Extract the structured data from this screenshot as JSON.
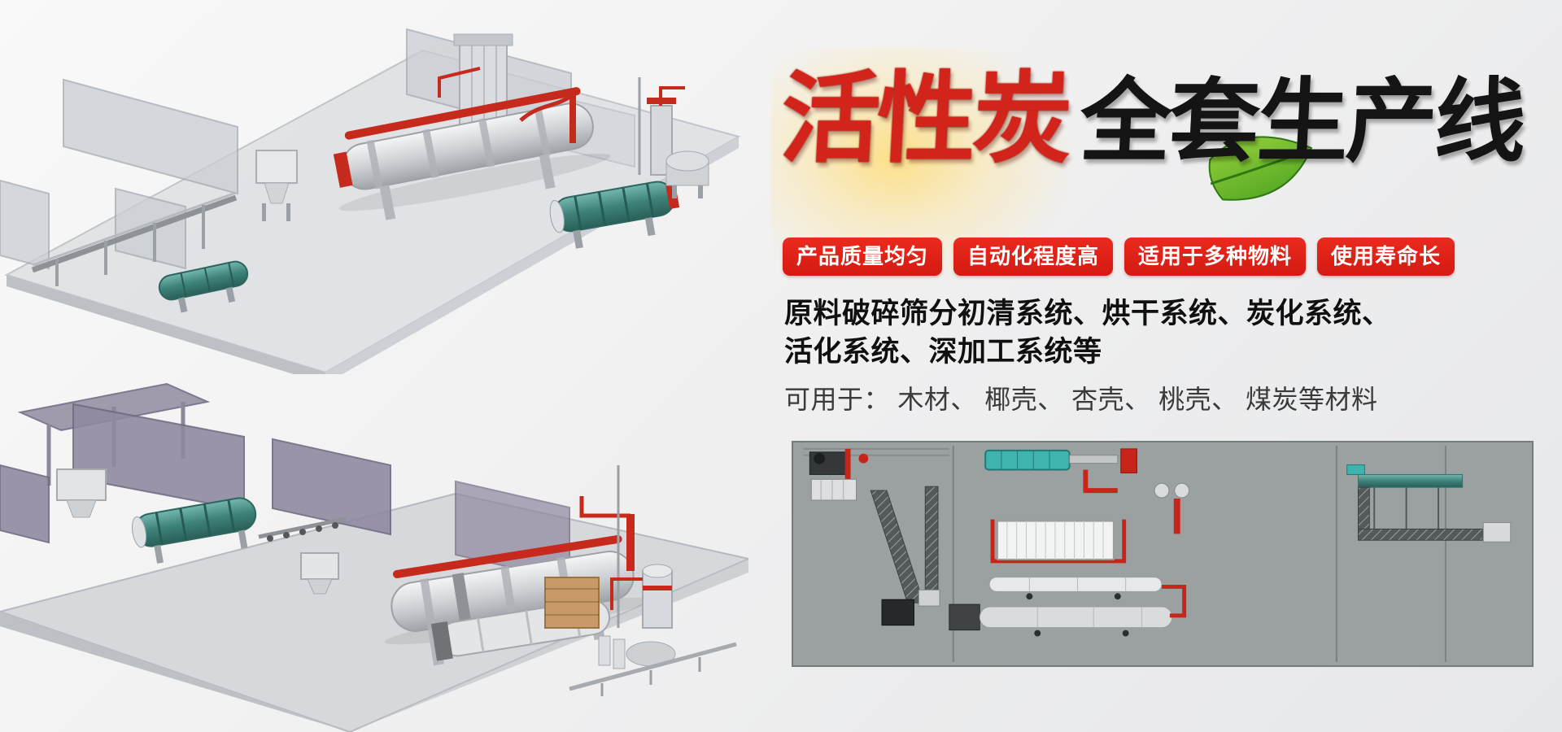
{
  "title": {
    "red": "活性炭",
    "black": "全套生产线"
  },
  "badges": {
    "items": [
      {
        "label": "产品质量均匀"
      },
      {
        "label": "自动化程度高"
      },
      {
        "label": "适用于多种物料"
      },
      {
        "label": "使用寿命长"
      }
    ]
  },
  "description": {
    "line1": "原料破碎筛分初清系统、烘干系统、炭化系统、",
    "line2": "活化系统、深加工系统等",
    "materials": "可用于： 木材、 椰壳、 杏壳、 桃壳、 煤炭等材料"
  },
  "colors": {
    "badge_red": "#dc1f15",
    "title_red": "#d2241a",
    "title_black": "#141414",
    "leaf_green": "#57a823",
    "pipe_red": "#c62a1d",
    "drum_teal": "#3d8279",
    "schematic_bg": "#9ba0a1",
    "wall_gray": "#c9cdd2",
    "wall_purple": "#8f8aa0"
  },
  "icons": {
    "leaf": "leaf-icon",
    "top_render": "3d-production-line-render-top",
    "bottom_render": "3d-production-line-render-bottom",
    "schematic": "plant-layout-top-view-diagram"
  }
}
